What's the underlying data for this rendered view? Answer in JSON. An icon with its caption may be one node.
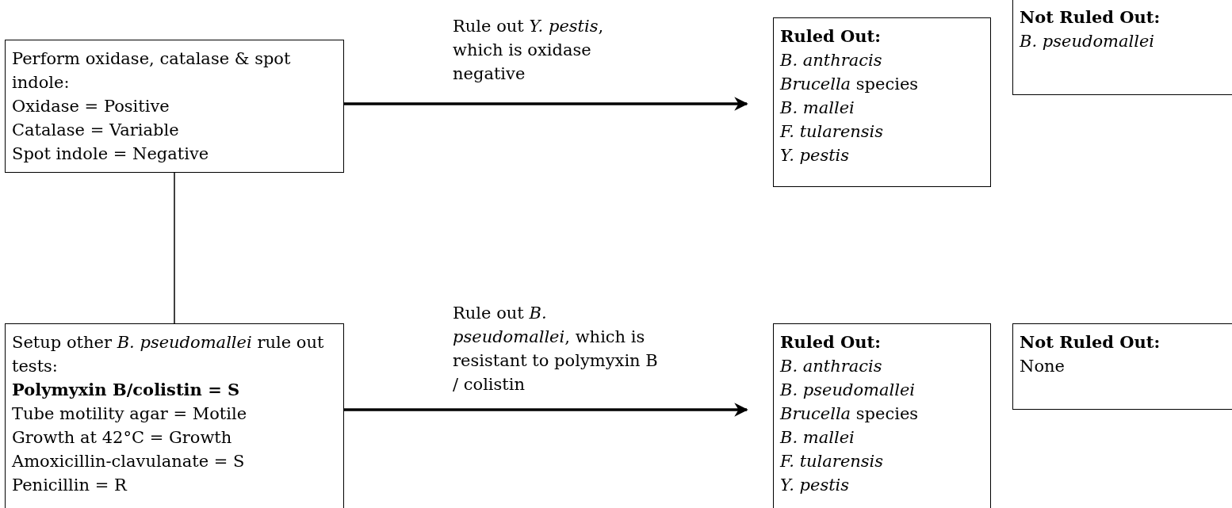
{
  "diagram": {
    "nodes": [
      {
        "text": [
          "Perform oxidase, catalase & spot indole:",
          "Oxidase = Positive",
          "Catalase = Variable",
          "Spot indole = Negative"
        ]
      },
      {
        "text": [
          "Ruled Out:",
          "B. anthracis",
          "*Brucella* species",
          "B. mallei",
          "F. tularensis",
          "Y. pestis"
        ]
      },
      {
        "text": [
          "Not Ruled Out:",
          "B. pseudomallei"
        ]
      },
      {
        "text": [
          "Setup other *B. pseudomallei* rule out tests:",
          "Polymyxin B/colistin = S",
          "Tube motility agar = Motile",
          "Growth at 42°C = Growth",
          "Amoxicillin-clavulanate = S",
          "Penicillin = R"
        ]
      },
      {
        "text": [
          "Ruled Out:",
          "B. anthracis",
          "B. pseudomallei",
          "*Brucella* species",
          "B. mallei",
          "F. tularensis",
          "Y. pestis"
        ]
      },
      {
        "text": [
          "Not Ruled Out:",
          "None"
        ]
      }
    ],
    "edges": [
      {
        "from": 0,
        "to": 1,
        "arrow": "to",
        "label": "Rule out *Y. pestis*, which is oxidase negative"
      },
      {
        "from": 0,
        "to": 3,
        "arrow": "none"
      },
      {
        "from": 3,
        "to": 4,
        "arrow": "to",
        "label": "Rule out *B. pseudomallei*, which is resistant to polymyxin B / colistin"
      }
    ]
  }
}
